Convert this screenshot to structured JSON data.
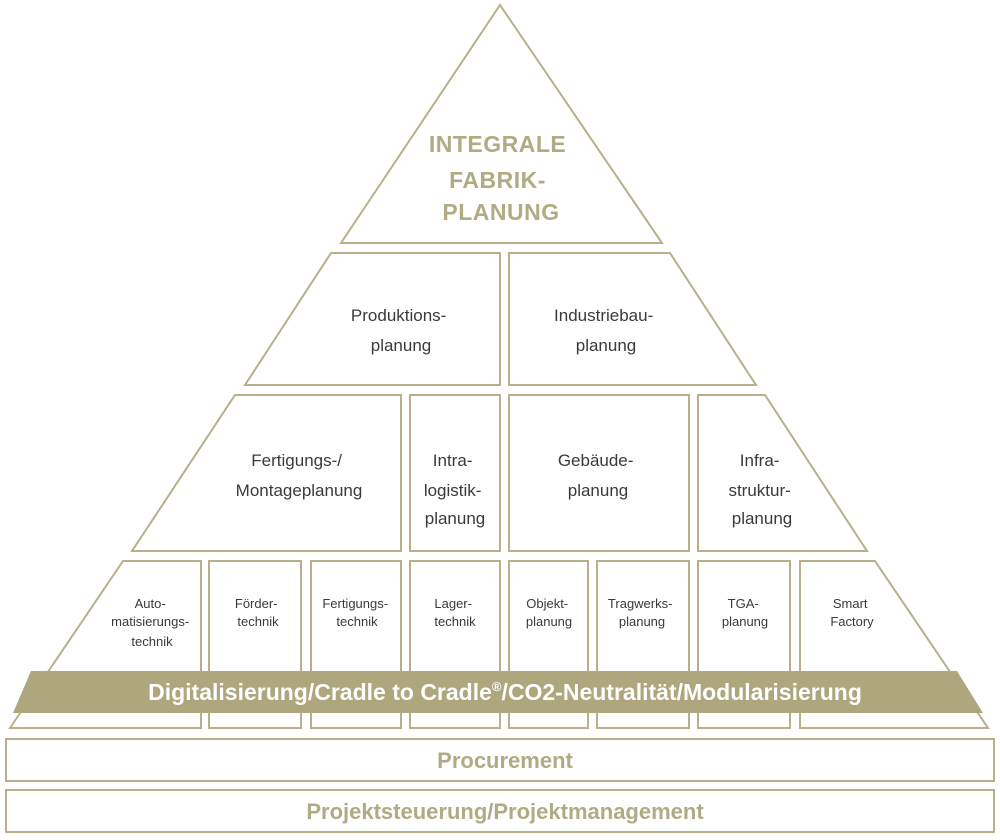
{
  "apex": {
    "lines": [
      "INTEGRALE",
      "FABRIK-",
      "PLANUNG"
    ]
  },
  "level2": [
    {
      "lines": [
        "Produktions-",
        "planung"
      ]
    },
    {
      "lines": [
        "Industriebau-",
        "planung"
      ]
    }
  ],
  "level3": [
    {
      "lines": [
        "Fertigungs-/",
        "Montageplanung"
      ]
    },
    {
      "lines": [
        "Intra-",
        "logistik-",
        "planung"
      ]
    },
    {
      "lines": [
        "Gebäude-",
        "planung"
      ]
    },
    {
      "lines": [
        "Infra-",
        "struktur-",
        "planung"
      ]
    }
  ],
  "level4": [
    {
      "lines": [
        "Auto-",
        "matisierungs-",
        "technik"
      ]
    },
    {
      "lines": [
        "Förder-",
        "technik"
      ]
    },
    {
      "lines": [
        "Fertigungs-",
        "technik"
      ]
    },
    {
      "lines": [
        "Lager-",
        "technik"
      ]
    },
    {
      "lines": [
        "Objekt-",
        "planung"
      ]
    },
    {
      "lines": [
        "Tragwerks-",
        "planung"
      ]
    },
    {
      "lines": [
        "TGA-",
        "planung"
      ]
    },
    {
      "lines": [
        "Smart",
        "Factory"
      ]
    }
  ],
  "band": {
    "before": "Digitalisierung/Cradle to Cradle",
    "sup": "®",
    "after": "/CO2-Neutralität/Modularisierung"
  },
  "bars": {
    "procurement": "Procurement",
    "projekt": "Projektsteuerung/Projektmanagement"
  },
  "colors": {
    "accent": "#aea77d",
    "line": "#b7b08a",
    "text": "#3a3a3a"
  }
}
